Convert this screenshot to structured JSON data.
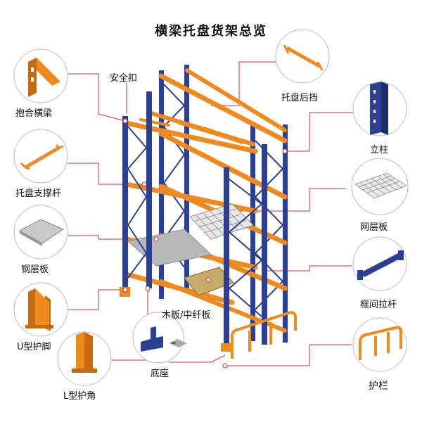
{
  "title": "横梁托盘货架总览",
  "colors": {
    "upright": "#2b3f93",
    "beam": "#ef8a1f",
    "beam_dark": "#c56a10",
    "deck_gray": "#b7b9bc",
    "wood": "#c9ab68",
    "leader": "#d2302f",
    "circle_stroke": "#c7c7c7"
  },
  "labels": {
    "top_center": "安全扣",
    "left_1": "抱合横梁",
    "left_2": "托盘支撑杆",
    "left_3": "钢层板",
    "left_4": "U型护脚",
    "left_5": "L型护角",
    "right_1": "托盘后挡",
    "right_2": "立柱",
    "right_3": "网层板",
    "right_4": "框间拉杆",
    "right_5": "护栏",
    "bottom_1": "木板/中纤板",
    "bottom_2": "底座"
  },
  "icons": {
    "left_1": "box-beam-icon",
    "left_2": "support-bar-icon",
    "left_3": "steel-panel-icon",
    "left_4": "u-guard-icon",
    "left_5": "l-guard-icon",
    "right_1": "back-stop-icon",
    "right_2": "upright-column-icon",
    "right_3": "wire-deck-icon",
    "right_4": "frame-tie-icon",
    "right_5": "guard-rail-icon",
    "bottom_2": "base-plate-icon"
  }
}
